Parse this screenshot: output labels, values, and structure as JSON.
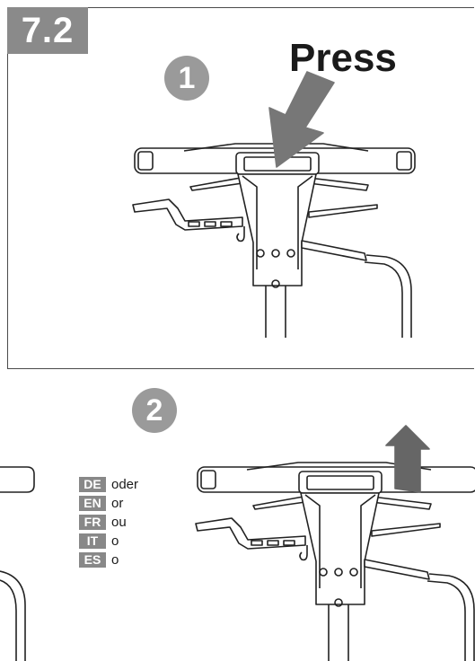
{
  "step": {
    "label": "7.2"
  },
  "instruction": {
    "action": "Press"
  },
  "steps": [
    {
      "number": "1"
    },
    {
      "number": "2"
    }
  ],
  "legend": [
    {
      "code": "DE",
      "word": "oder"
    },
    {
      "code": "EN",
      "word": "or"
    },
    {
      "code": "FR",
      "word": "ou"
    },
    {
      "code": "IT",
      "word": "o"
    },
    {
      "code": "ES",
      "word": "o"
    }
  ]
}
